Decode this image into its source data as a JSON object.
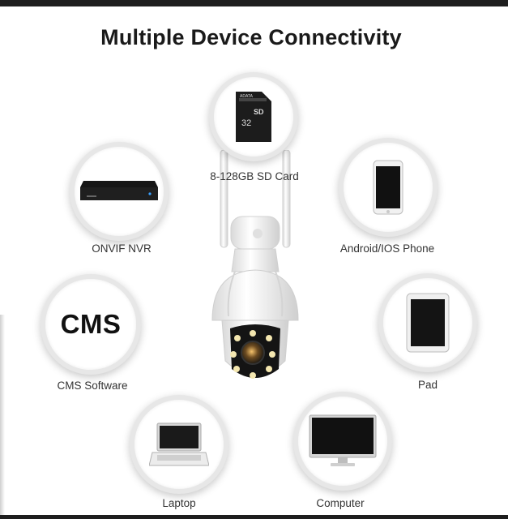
{
  "title": "Multiple Device Connectivity",
  "sd_card": {
    "label": "8-128GB SD Card",
    "brand": "ADATA",
    "capacity": "32",
    "icon": "sd-card-icon"
  },
  "nvr": {
    "label": "ONVIF NVR",
    "icon": "nvr-icon"
  },
  "phone": {
    "label": "Android/IOS Phone",
    "icon": "smartphone-icon"
  },
  "cms": {
    "label": "CMS Software",
    "icon_text": "CMS"
  },
  "pad": {
    "label": "Pad",
    "icon": "tablet-icon"
  },
  "laptop": {
    "label": "Laptop",
    "icon": "laptop-icon"
  },
  "computer": {
    "label": "Computer",
    "icon": "monitor-icon"
  },
  "colors": {
    "ring": "#e7e7e7",
    "title": "#1a1a1a",
    "device_dark": "#1a1a1a"
  }
}
